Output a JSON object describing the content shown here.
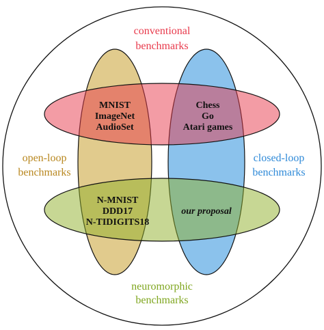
{
  "colors": {
    "conventional": "#e8394b",
    "open_loop": "#b8871f",
    "closed_loop": "#2f8ad8",
    "neuromorphic": "#7fa61f",
    "outline": "#111111"
  },
  "sets": {
    "conventional": {
      "line1": "conventional",
      "line2": "benchmarks"
    },
    "open_loop": {
      "line1": "open-loop",
      "line2": "benchmarks"
    },
    "closed_loop": {
      "line1": "closed-loop",
      "line2": "benchmarks"
    },
    "neuromorphic": {
      "line1": "neuromorphic",
      "line2": "benchmarks"
    }
  },
  "cells": {
    "conventional_open": [
      "MNIST",
      "ImageNet",
      "AudioSet"
    ],
    "conventional_closed": [
      "Chess",
      "Go",
      "Atari games"
    ],
    "neuromorphic_open": [
      "N-MNIST",
      "DDD17",
      "N-TIDIGITS18"
    ],
    "neuromorphic_closed": "our proposal"
  }
}
